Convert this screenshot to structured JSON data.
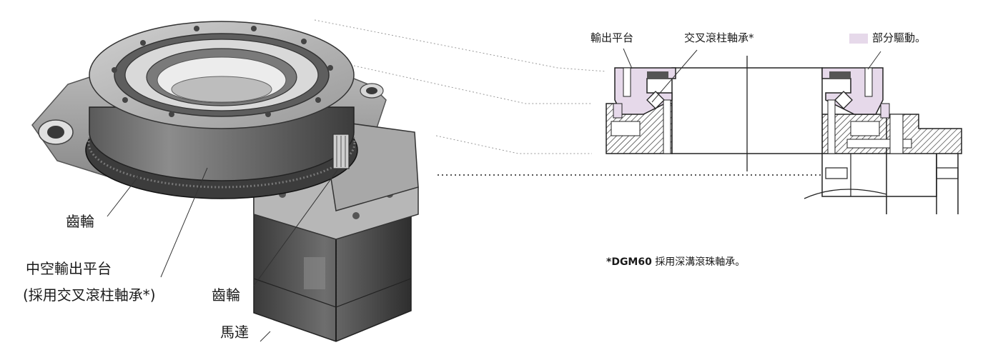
{
  "product_labels": {
    "gear_left": "齒輪",
    "hollow_table_line1": "中空輸出平台",
    "hollow_table_line2": "(採用交叉滾柱軸承*)",
    "gear_pinion": "齒輪",
    "motor": "馬達"
  },
  "section_labels": {
    "output_table": "輸出平台",
    "cross_roller_bearing": "交叉滾柱軸承*",
    "legend_driven_part": "部分驅動。"
  },
  "footnote": {
    "marker": "*DGM60",
    "text": "採用深溝滾珠軸承。"
  },
  "colors": {
    "driven_part": "#e6d9ea",
    "hatch": "#2a2a2a",
    "line": "#333333"
  }
}
